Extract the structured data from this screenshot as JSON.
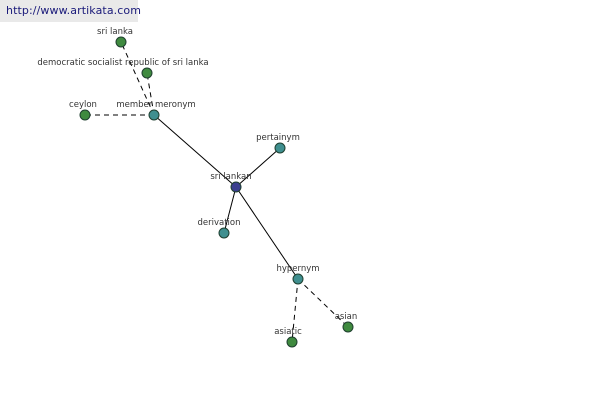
{
  "banner": {
    "url": "http://www.artikata.com"
  },
  "nodes": {
    "sri_lankan": "sri lankan",
    "member_meronym": "member meronym",
    "pertainym": "pertainym",
    "derivation": "derivation",
    "hypernym": "hypernym",
    "sri_lanka": "sri lanka",
    "democratic": "democratic socialist republic of sri lanka",
    "ceylon": "ceylon",
    "asiatic": "asiatic",
    "asian": "asian"
  },
  "colors": {
    "center_node": "#3b3f8f",
    "relation_node": "#3f8f8f",
    "word_node": "#3f8a3f",
    "node_outline": "#1f3f2f",
    "edge": "#000000"
  }
}
